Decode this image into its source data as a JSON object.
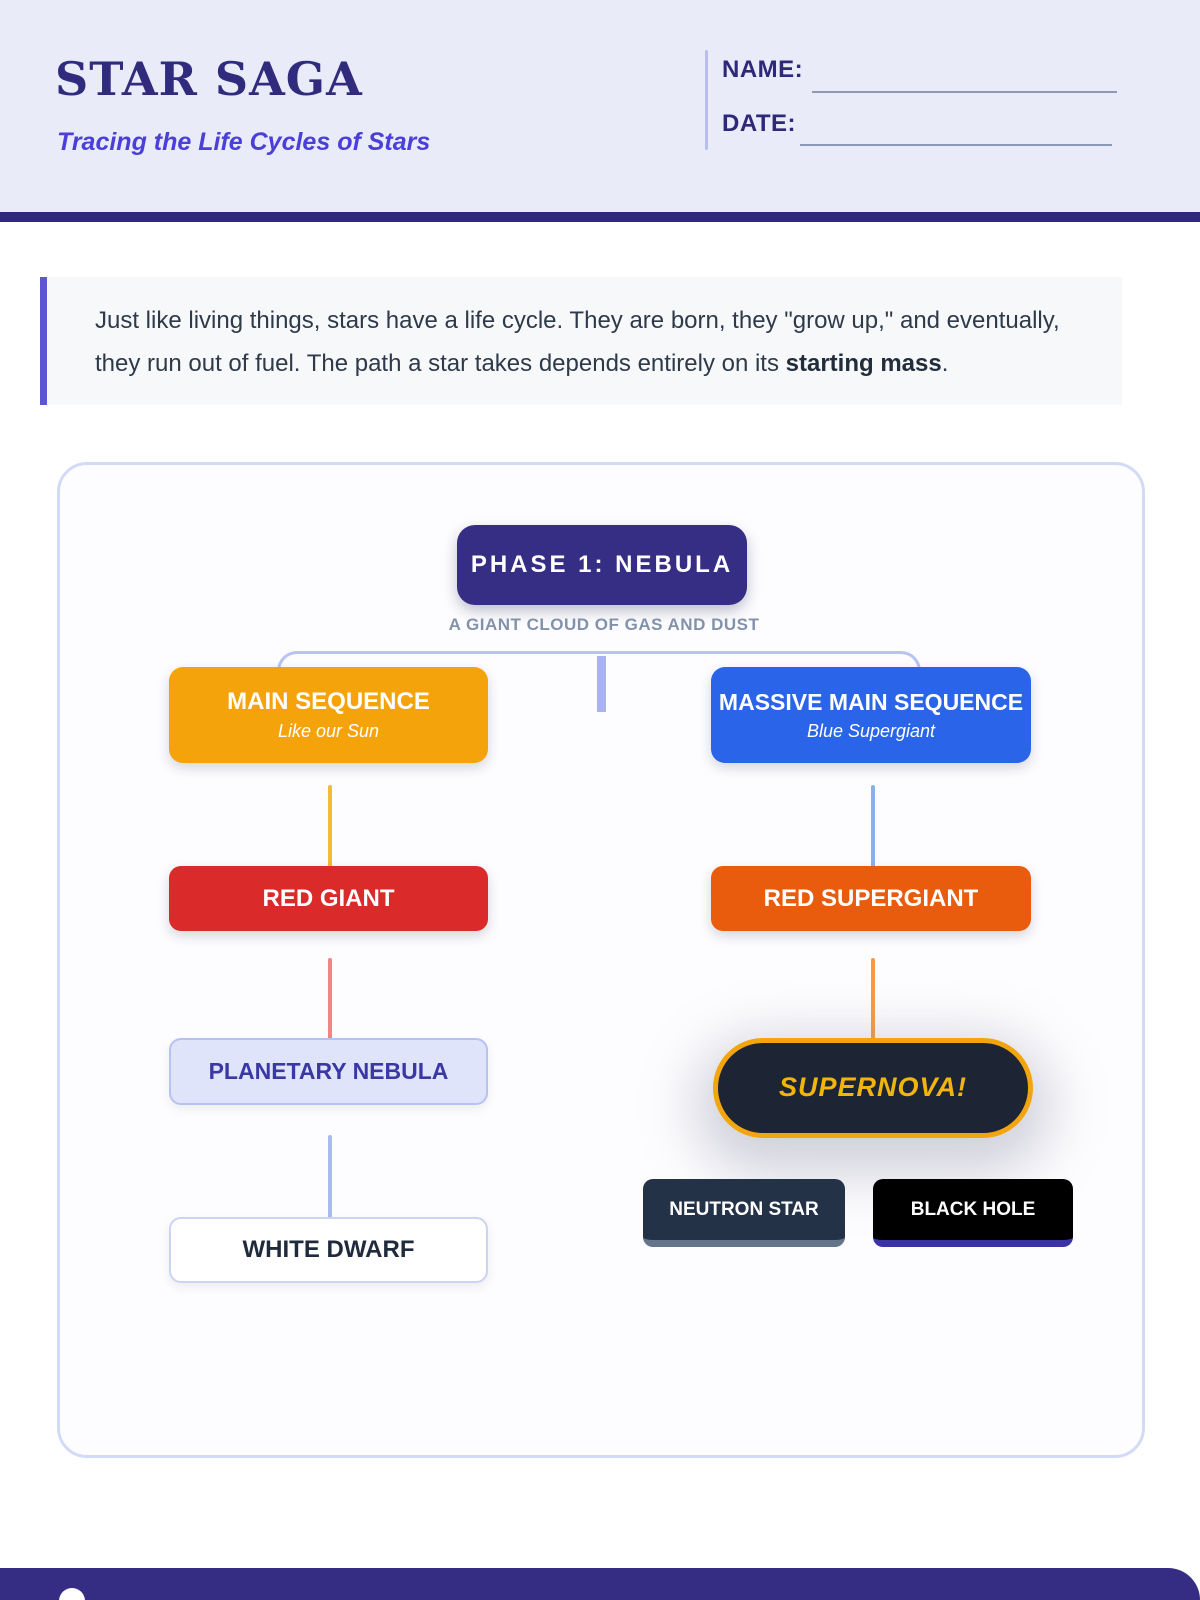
{
  "header": {
    "title": "STAR SAGA",
    "subtitle": "Tracing the Life Cycles of Stars",
    "fields": [
      {
        "label": "NAME:"
      },
      {
        "label": "DATE:"
      }
    ]
  },
  "intro": {
    "line1": "Just like living things, stars have a life cycle. They are born, they \"grow up,\" and eventually,",
    "line2_before_bold": "they run out of fuel. The path a star takes depends entirely on its ",
    "bold_text": "starting mass",
    "line2_suffix": "."
  },
  "flowchart": {
    "phase1": {
      "label": "PHASE 1: NEBULA",
      "description": "A GIANT CLOUD OF GAS AND DUST"
    },
    "sun_path": {
      "main_sequence": {
        "title": "MAIN SEQUENCE",
        "subtitle": "Like our Sun"
      },
      "red_giant": {
        "title": "RED GIANT"
      },
      "planetary_nebula": {
        "title": "PLANETARY NEBULA"
      },
      "white_dwarf": {
        "title": "WHITE DWARF"
      }
    },
    "massive_path": {
      "massive_main_sequence": {
        "title": "MASSIVE MAIN SEQUENCE",
        "subtitle": "Blue Supergiant"
      },
      "red_supergiant": {
        "title": "RED SUPERGIANT"
      },
      "supernova": {
        "title": "SUPERNOVA!"
      },
      "neutron_star": {
        "title": "NEUTRON STAR"
      },
      "black_hole": {
        "title": "BLACK HOLE"
      }
    }
  },
  "colors": {
    "header_background": "#E9EBF9",
    "brand_navy": "#2F2978",
    "subtitle_purple": "#4A3FD6",
    "intro_accent_indigo": "#5C55D8",
    "phase_box_navy": "#362E85",
    "phase_description_gray": "#8292AB",
    "main_sequence_orange": "#F5A30B",
    "massive_main_sequence_blue": "#2A64E8",
    "red_giant_red": "#DA2A2A",
    "red_supergiant_orange": "#E95C0D",
    "planetary_nebula_lavender": "#DFE4FB",
    "supernova_navy": "#1D2434",
    "supernova_gold": "#F3A50E",
    "neutron_star_slate": "#243247",
    "neutron_star_lip": "#64748B",
    "black_hole_black": "#000000",
    "black_hole_lip": "#3B32A8",
    "connector_periwinkle": "#B9C3F3",
    "connector_amber": "#F6B93C",
    "connector_blue": "#85B2EE",
    "connector_red": "#F28585",
    "connector_orange": "#F59B47",
    "footer_navy": "#342D83"
  }
}
